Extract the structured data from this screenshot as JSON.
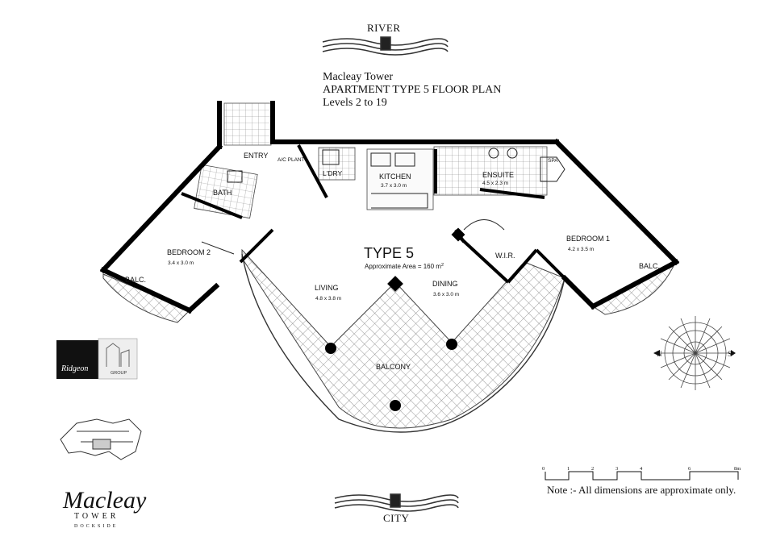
{
  "orientation": {
    "top": "RIVER",
    "bottom": "CITY"
  },
  "header": {
    "building": "Macleay Tower",
    "plan_title": "APARTMENT TYPE 5 FLOOR PLAN",
    "levels": "Levels 2 to 19"
  },
  "type_label": "TYPE 5",
  "area_label": "Approximate Area = 160 m",
  "area_superscript": "2",
  "rooms": {
    "entry": "ENTRY",
    "ac_plant": "A/C PLANT",
    "laundry": "L'DRY",
    "kitchen": "KITCHEN",
    "kitchen_dim": "3.7 x 3.0 m",
    "ensuite": "ENSUITE",
    "ensuite_dim": "4.5 x 2.3 m",
    "spa": "SPA",
    "bath": "BATH",
    "bedroom2": "BEDROOM 2",
    "bedroom2_dim": "3.4 x 3.0 m",
    "bedroom1": "BEDROOM 1",
    "bedroom1_dim": "4.2 x 3.5 m",
    "wir": "W.I.R.",
    "living": "LIVING",
    "living_dim": "4.8 x 3.8 m",
    "dining": "DINING",
    "dining_dim": "3.6 x 3.0 m",
    "balcony": "BALCONY",
    "balc_left": "BALC.",
    "balc_right": "BALC."
  },
  "compass": {
    "n": "N",
    "s": "S"
  },
  "scale": {
    "labels": [
      "0",
      "1",
      "2",
      "3",
      "4",
      "6",
      "8m"
    ]
  },
  "note": "Note :- All dimensions are approximate only.",
  "logos": {
    "ridgeon": "Ridgeon",
    "group": "GROUP",
    "macleay_script": "Macleay",
    "tower": "TOWER",
    "dockside": "DOCKSIDE"
  }
}
